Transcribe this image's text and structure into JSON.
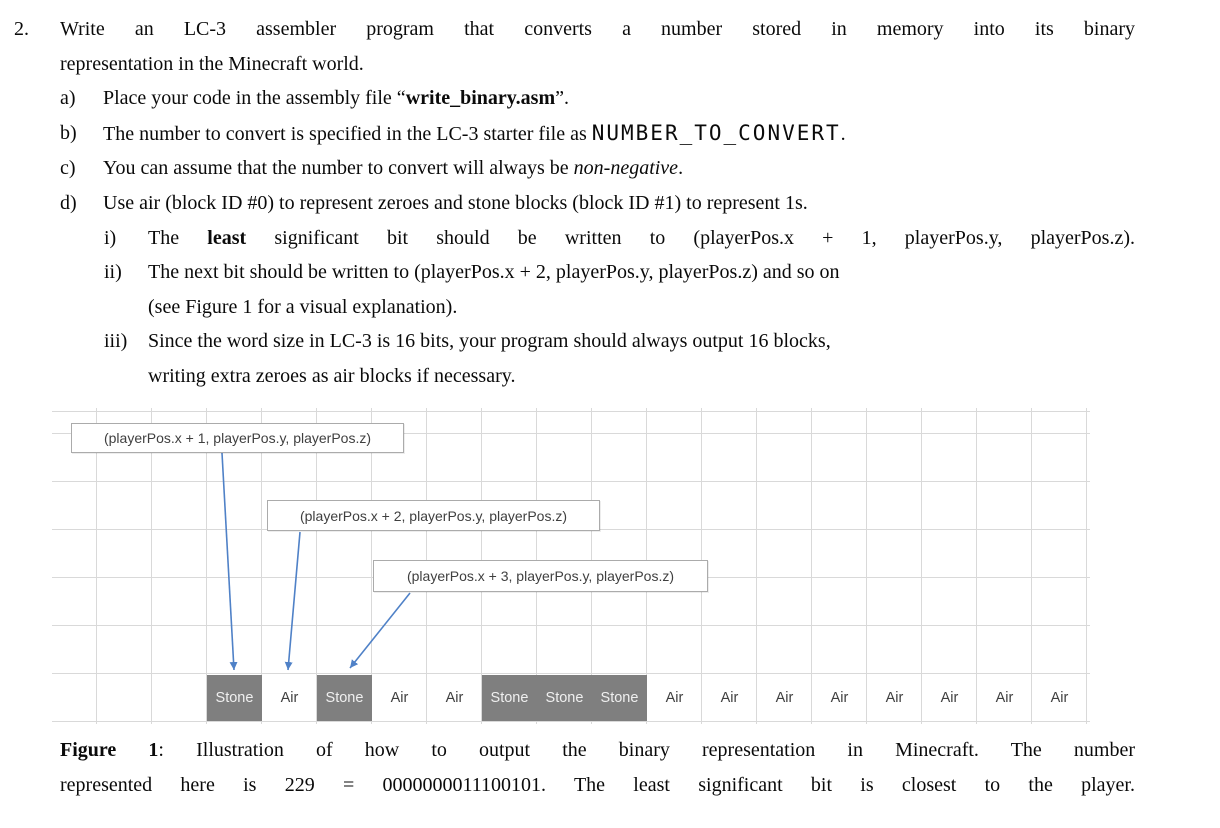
{
  "document": {
    "number_label": "2.",
    "intro_line1": "Write an LC-3 assembler program that converts a number stored in memory into its binary",
    "intro_line2": "representation in the Minecraft world.",
    "items": {
      "a": {
        "label": "a)",
        "pre": "Place your code in the assembly file “",
        "bold": "write_binary.asm",
        "post": "”."
      },
      "b": {
        "label": "b)",
        "pre": "The number to convert is specified in the LC-3 starter file as ",
        "code": "NUMBER_TO_CONVERT",
        "post": "."
      },
      "c": {
        "label": "c)",
        "pre": "You can assume that the number to convert will always be ",
        "italic": "non-negative",
        "post": "."
      },
      "d": {
        "label": "d)",
        "text": "Use air (block ID #0) to represent zeroes and stone blocks (block ID #1) to represent 1s."
      },
      "i": {
        "label": "i)",
        "pre": "The ",
        "bold": "least",
        "post": " significant bit should be written to (playerPos.x + 1, playerPos.y, playerPos.z)."
      },
      "ii": {
        "label": "ii)",
        "line1": "The next bit should be written to (playerPos.x + 2, playerPos.y, playerPos.z) and so on",
        "line2": "(see Figure 1 for a visual explanation)."
      },
      "iii": {
        "label": "iii)",
        "line1": "Since the word size in LC-3 is 16 bits, your program should always output 16 blocks,",
        "line2": "writing extra zeroes as air blocks if necessary."
      }
    }
  },
  "figure": {
    "callouts": [
      "(playerPos.x + 1, playerPos.y, playerPos.z)",
      "(playerPos.x + 2, playerPos.y, playerPos.z)",
      "(playerPos.x + 3, playerPos.y, playerPos.z)"
    ],
    "blocks": [
      "Stone",
      "Air",
      "Stone",
      "Air",
      "Air",
      "Stone",
      "Stone",
      "Stone",
      "Air",
      "Air",
      "Air",
      "Air",
      "Air",
      "Air",
      "Air",
      "Air"
    ],
    "colors": {
      "stone_bg": "#7f7f7f",
      "stone_text": "#efefef",
      "air_text": "#3f3f3f",
      "grid_line": "#d9d9d9",
      "arrow": "#4f81c7",
      "callout_border": "#ababab",
      "callout_text": "#3f3f3f"
    }
  },
  "caption": {
    "bold": "Figure 1",
    "line1_rest": ": Illustration of how to output the binary representation in Minecraft. The number",
    "line2": "represented here is 229 = 0000000011100101. The least significant bit is closest to the player."
  }
}
